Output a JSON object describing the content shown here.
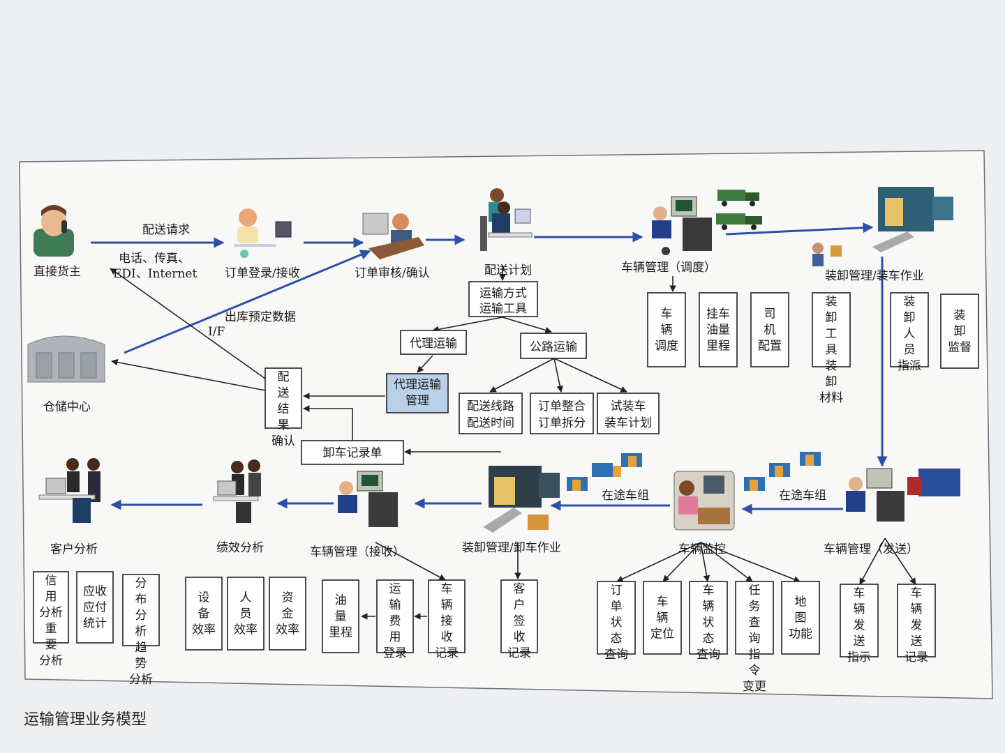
{
  "caption": "运输管理业务模型",
  "nodes": {
    "shipper": "直接货主",
    "order_entry": "订单登录/接收",
    "order_review": "订单审核/确认",
    "delivery_plan": "配送计划",
    "vehicle_dispatch": "车辆管理（调度）",
    "loading": "装卸管理/装车作业",
    "warehouse": "仓储中心",
    "vehicle_send": "车辆管理（发送）",
    "vehicle_monitor": "车辆监控",
    "unloading": "装卸管理/卸车作业",
    "vehicle_receive": "车辆管理（接收）",
    "performance": "绩效分析",
    "customer": "客户分析"
  },
  "edge_labels": {
    "delivery_request": "配送请求",
    "channels_1": "电话、传真、",
    "channels_2": "EDI、Internet",
    "outbound_data": "出库预定数据",
    "interface": "I/F",
    "en_route_1": "在途车组",
    "en_route_2": "在途车组"
  },
  "boxes": {
    "transport_mode_1": "运输方式",
    "transport_mode_2": "运输工具",
    "agent_transport": "代理运输",
    "road_transport": "公路运输",
    "agent_mgmt_1": "代理运输",
    "agent_mgmt_2": "管理",
    "route_1": "配送线路",
    "route_2": "配送时间",
    "order_merge_1": "订单整合",
    "order_merge_2": "订单拆分",
    "trial_load_1": "试装车",
    "trial_load_2": "装车计划",
    "result_confirm": [
      "配",
      "送",
      "结",
      "果",
      "确认"
    ],
    "unload_record": "卸车记录单",
    "dispatch_sub_1": [
      "车",
      "辆",
      "调度"
    ],
    "dispatch_sub_2": [
      "挂车",
      "油量",
      "里程"
    ],
    "dispatch_sub_3": [
      "司",
      "机",
      "配置"
    ],
    "load_sub_1": [
      "装",
      "卸",
      "工",
      "具",
      "装",
      "卸",
      "材料"
    ],
    "load_sub_2": [
      "装",
      "卸",
      "人",
      "员",
      "指派"
    ],
    "load_sub_3": [
      "装",
      "卸",
      "监督"
    ],
    "send_sub_1": [
      "车",
      "辆",
      "发",
      "送",
      "指示"
    ],
    "send_sub_2": [
      "车",
      "辆",
      "发",
      "送",
      "记录"
    ],
    "monitor_sub_1": [
      "订",
      "单",
      "状",
      "态",
      "查询"
    ],
    "monitor_sub_2": [
      "车",
      "辆",
      "定位"
    ],
    "monitor_sub_3": [
      "车",
      "辆",
      "状",
      "态",
      "查询"
    ],
    "monitor_sub_4": [
      "任",
      "务",
      "查",
      "询",
      "指",
      "令",
      "变更"
    ],
    "monitor_sub_5": [
      "地",
      "图",
      "功能"
    ],
    "unload_sub": [
      "客",
      "户",
      "签",
      "收",
      "记录"
    ],
    "receive_sub_1": [
      "油",
      "量",
      "里程"
    ],
    "receive_sub_2": [
      "运",
      "输",
      "费",
      "用",
      "登录"
    ],
    "receive_sub_3": [
      "车",
      "辆",
      "接",
      "收",
      "记录"
    ],
    "perf_sub_1": [
      "设",
      "备",
      "效率"
    ],
    "perf_sub_2": [
      "人",
      "员",
      "效率"
    ],
    "perf_sub_3": [
      "资",
      "金",
      "效率"
    ],
    "cust_sub_1": [
      "信",
      "用",
      "分析",
      "重",
      "要",
      "分析"
    ],
    "cust_sub_2": [
      "应收",
      "应付",
      "统计"
    ],
    "cust_sub_3": [
      "分",
      "布",
      "分",
      "析",
      "趋",
      "势",
      "分析"
    ]
  },
  "colors": {
    "flow_arrow": "#2e4fa8",
    "highlight_box": "#b9d0e6",
    "frame": "#6d6f78"
  },
  "icons": [
    "person-phone-icon",
    "clerk-computer-icon",
    "operator-desk-icon",
    "planners-desk-icon",
    "dispatcher-computer-icon",
    "green-trucks-icon",
    "loading-truck-icon",
    "warehouse-icon",
    "unloading-truck-icon",
    "blue-trucks-icon",
    "monitor-operator-icon",
    "group-computer-icon",
    "analysts-icon"
  ]
}
